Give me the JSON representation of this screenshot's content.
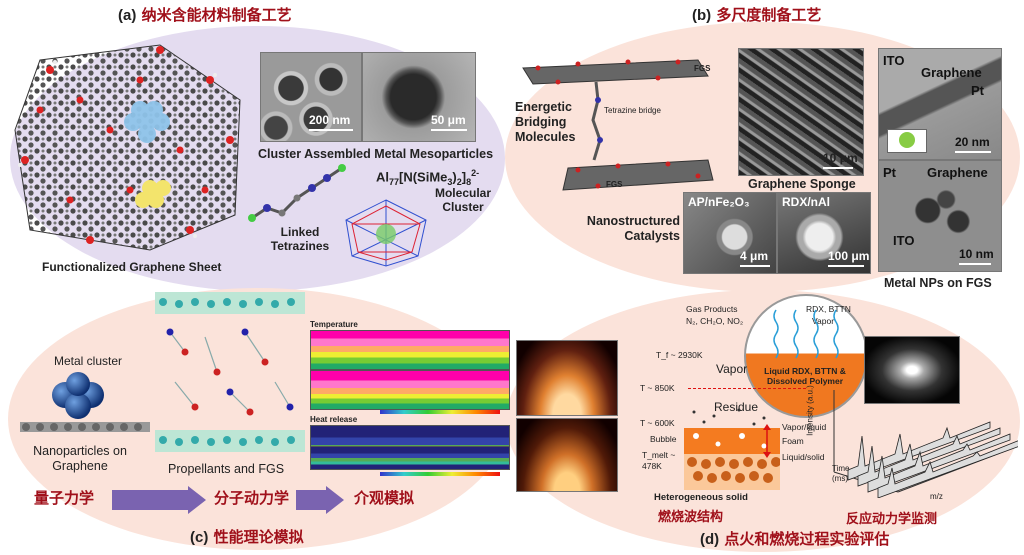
{
  "panel_a": {
    "letter": "(a)",
    "title": "纳米含能材料制备工艺",
    "scale_200nm": "200 nm",
    "scale_50um": "50 μm",
    "cluster_caption": "Cluster Assembled Metal Mesoparticles",
    "formula_main": "Al",
    "formula_sub1": "77",
    "formula_mid": "[N(SiMe",
    "formula_sub2": "3",
    "formula_mid2": ")",
    "formula_sub3": "2",
    "formula_end": "]",
    "formula_sub4": "8",
    "formula_sup": "2-",
    "molecular_cluster": "Molecular Cluster",
    "linked_tetrazines": "Linked Tetrazines",
    "graphene_sheet": "Functionalized Graphene Sheet"
  },
  "panel_b": {
    "letter": "(b)",
    "title": "多尺度制备工艺",
    "fgs_top": "FGS",
    "fgs_bottom": "FGS",
    "tetrazine_bridge": "Tetrazine bridge",
    "energetic_bridging": "Energetic Bridging Molecules",
    "scale_10um": "10 μm",
    "graphene_sponge": "Graphene Sponge",
    "ap_fe": "AP/nFe₂O₃",
    "rdx_al": "RDX/nAl",
    "scale_4um": "4 μm",
    "scale_100um": "100 μm",
    "nano_catalysts": "Nanostructured Catalysts",
    "ito_top": "ITO",
    "graphene_top": "Graphene",
    "pt_top": "Pt",
    "scale_20nm": "20 nm",
    "pt_bottom": "Pt",
    "graphene_bottom": "Graphene",
    "ito_bottom": "ITO",
    "scale_10nm": "10 nm",
    "metal_nps": "Metal NPs on FGS"
  },
  "panel_c": {
    "letter": "(c)",
    "title": "性能理论模拟",
    "metal_cluster": "Metal cluster",
    "nanoparticles": "Nanoparticles on Graphene",
    "propellants": "Propellants and FGS",
    "temperature": "Temperature",
    "heat_release": "Heat release",
    "step1": "量子力学",
    "step2": "分子动力学",
    "step3": "介观模拟"
  },
  "panel_d": {
    "letter": "(d)",
    "title": "点火和燃烧过程实验评估",
    "gas_products": "Gas Products",
    "gas_formula": "N₂, CH₂O, NO₂",
    "rdx_bttn": "RDX, BTTN",
    "vapor_top": "Vapor",
    "liquid_polymer": "Liquid RDX, BTTN & Dissolved Polymer",
    "tf": "T_f ~ 2930K",
    "vapor": "Vapor",
    "t850": "T ~ 850K",
    "residue": "Residue",
    "t600": "T ~ 600K",
    "vapor_liquid": "Vapor/liquid",
    "bubble": "Bubble",
    "foam": "Foam",
    "tmelt": "T_melt ~ 478K",
    "liquid_solid": "Liquid/solid",
    "heterogeneous": "Heterogeneous solid",
    "combustion_wave": "燃烧波结构",
    "kinetics_monitor": "反应动力学监测",
    "intensity": "Intensity (a.u.)",
    "time": "Time (ms)",
    "mz": "m/z"
  },
  "colors": {
    "purple_blob": "#e2d9ef",
    "pink_blob": "#fbe4dc",
    "title_red": "#a0101a",
    "arrow_purple": "#7a63b0"
  }
}
